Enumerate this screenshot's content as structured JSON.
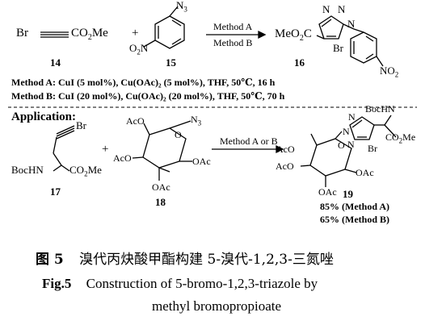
{
  "top_scheme": {
    "reagent1": {
      "left": "Br",
      "right": "CO",
      "sub": "2",
      "tail": "Me",
      "number": "14"
    },
    "reagent2": {
      "azide": "N",
      "azide_sub": "3",
      "nitro": "O",
      "nitro_sub": "2",
      "nitro_n": "N",
      "number": "15"
    },
    "plus": "+",
    "arrow_top_label": "Method A",
    "arrow_bottom_label": "Method B",
    "product": {
      "ester": "MeO",
      "ester_sub": "2",
      "ester_c": "C",
      "br": "Br",
      "nitro": "NO",
      "nitro_sub": "2",
      "ring_n1": "N",
      "ring_n2": "N",
      "ring_n3": "N",
      "number": "16"
    }
  },
  "conditions": {
    "method_a": "Method A: CuI (5 mol%), Cu(OAc)₂ (5 mol%), THF, 50℃, 16 h",
    "method_b": "Method B: CuI (20 mol%), Cu(OAc)₂ (20 mol%), THF, 50℃, 70 h"
  },
  "application": {
    "heading": "Application:",
    "compound17": {
      "br": "Br",
      "nh": "BocHN",
      "ester": "CO",
      "ester_sub": "2",
      "ester_tail": "Me",
      "number": "17"
    },
    "plus": "+",
    "compound18": {
      "oac1": "AcO",
      "oac2": "AcO",
      "oac3": "OAc",
      "oac4": "OAc",
      "azide": "N",
      "azide_sub": "3",
      "ring_o": "O",
      "number": "18"
    },
    "arrow_label": "Method A or B",
    "compound19": {
      "nh": "BocHN",
      "ester": "CO",
      "ester_sub": "2",
      "ester_tail": "Me",
      "oac1": "AcO",
      "oac2": "AcO",
      "oac3": "OAc",
      "oac4": "OAc",
      "br": "Br",
      "ring_o": "O",
      "ring_n1": "N",
      "ring_n2": "N",
      "ring_n3": "N",
      "number": "19"
    },
    "yield_a": "85% (Method A)",
    "yield_b": "65% (Method B)"
  },
  "caption": {
    "cn_label": "图 5",
    "cn_text": "溴代丙炔酸甲酯构建 5-溴代-1,2,3-三氮唑",
    "en_label": "Fig.5",
    "en_text_line1": "Construction of 5-bromo-1,2,3-triazole by",
    "en_text_line2": "methyl bromopropioate"
  }
}
